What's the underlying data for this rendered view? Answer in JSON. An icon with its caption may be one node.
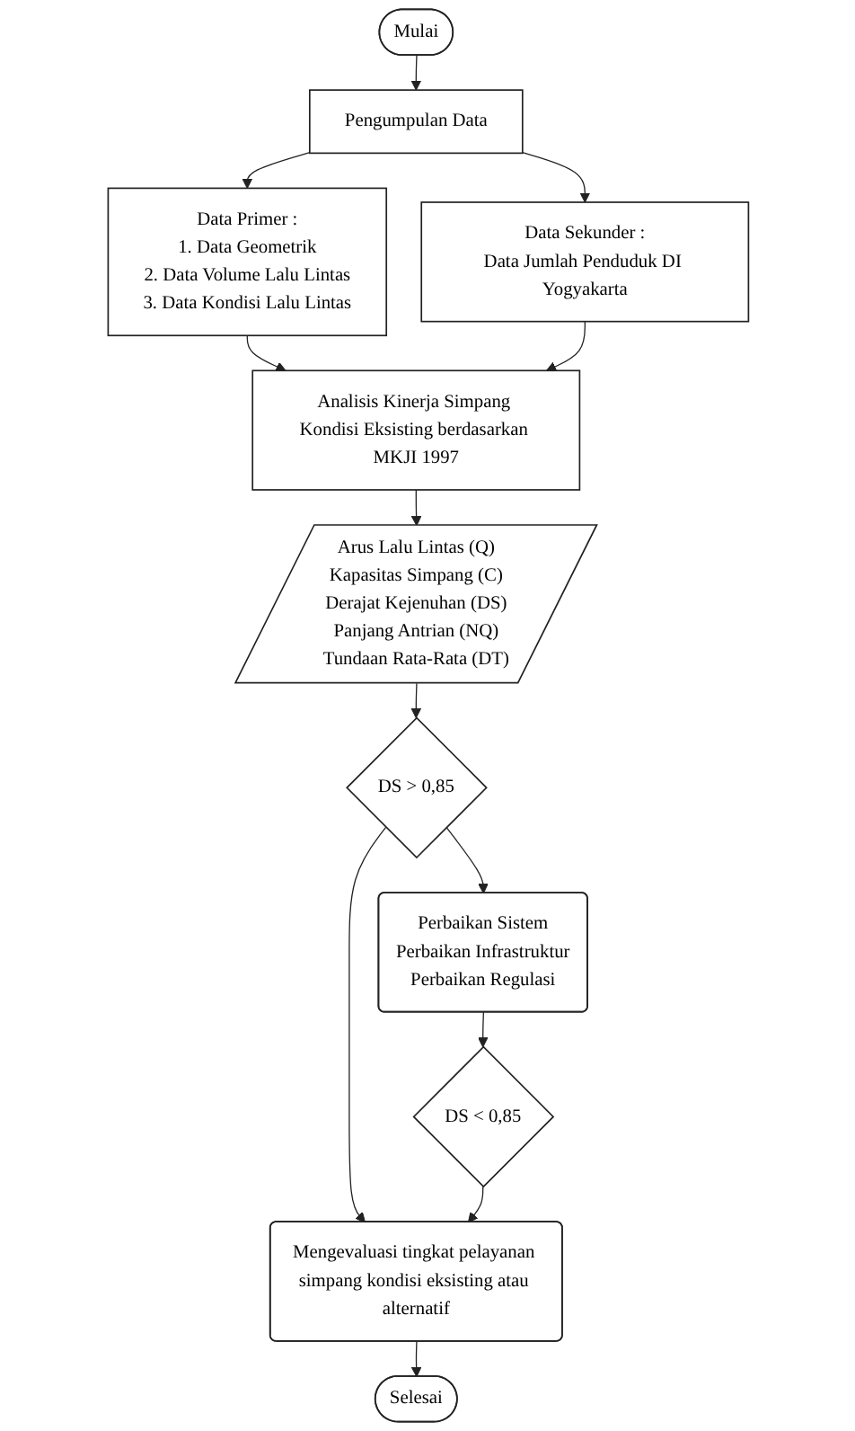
{
  "diagram": {
    "nodes": [
      {
        "text": [
          "Mulai"
        ]
      },
      {
        "text": [
          "Pengumpulan Data"
        ]
      },
      {
        "text": [
          "Data Primer :",
          "1. Data Geometrik",
          "2. Data Volume Lalu Lintas",
          "3. Data Kondisi Lalu Lintas"
        ]
      },
      {
        "text": [
          "Data Sekunder :",
          "Data Jumlah Penduduk DI Yogyakarta"
        ]
      },
      {
        "text": [
          "Analisis Kinerja Simpang Kondisi Eksisting berdasarkan MKJI 1997"
        ]
      },
      {
        "text": [
          "Arus Lalu Lintas (Q)",
          "Kapasitas Simpang (C)",
          "Derajat Kejenuhan (DS)",
          "Panjang Antrian (NQ)",
          "Tundaan Rata-Rata (DT)"
        ]
      },
      {
        "text": [
          "DS > 0,85"
        ]
      },
      {
        "text": [
          "Mengevaluasi tingkat pelayanan simpang kondisi eksisting atau alternatif"
        ]
      },
      {
        "text": [
          "DS < 0,85"
        ]
      },
      {
        "text": [
          "Perbaikan Sistem",
          "Perbaikan Infrastruktur",
          "Perbaikan Regulasi"
        ]
      },
      {
        "text": [
          "Selesai"
        ]
      }
    ],
    "edges": [
      {
        "from": 0,
        "to": 1,
        "arrow": "to"
      },
      {
        "from": 1,
        "to": 2,
        "arrow": "to"
      },
      {
        "from": 1,
        "to": 3,
        "arrow": "to"
      },
      {
        "from": 2,
        "to": 4,
        "arrow": "to"
      },
      {
        "from": 3,
        "to": 4,
        "arrow": "to"
      },
      {
        "from": 4,
        "to": 5,
        "arrow": "to"
      },
      {
        "from": 5,
        "to": 6,
        "arrow": "to"
      },
      {
        "from": 6,
        "to": 7,
        "arrow": "to"
      },
      {
        "from": 6,
        "to": 9,
        "arrow": "to"
      },
      {
        "from": 9,
        "to": 8,
        "arrow": "to"
      },
      {
        "from": 8,
        "to": 7,
        "arrow": "to"
      },
      {
        "from": 7,
        "to": 10,
        "arrow": "to"
      }
    ]
  }
}
